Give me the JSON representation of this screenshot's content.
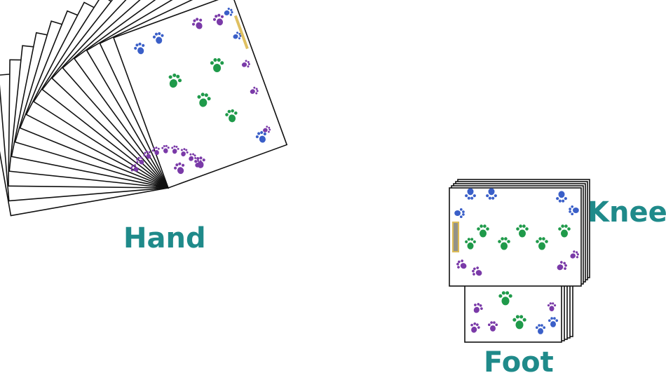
{
  "labels": {
    "hand": "Hand",
    "knee": "Knee",
    "foot": "Foot"
  },
  "hand_fan": {
    "card_count": 16
  },
  "knee_stack": {
    "card_count": 5
  },
  "foot_stack": {
    "card_count": 5
  },
  "colors": {
    "label": "#1f8a8a",
    "card_border": "#111111",
    "card_face": "#ffffff",
    "paw_blue": "#3a5fc8",
    "paw_purple": "#7a3aa8",
    "paw_green": "#1f9a4a",
    "pip_yellow": "#d7b03a"
  },
  "icons": {
    "paw": "paw-print-icon"
  }
}
